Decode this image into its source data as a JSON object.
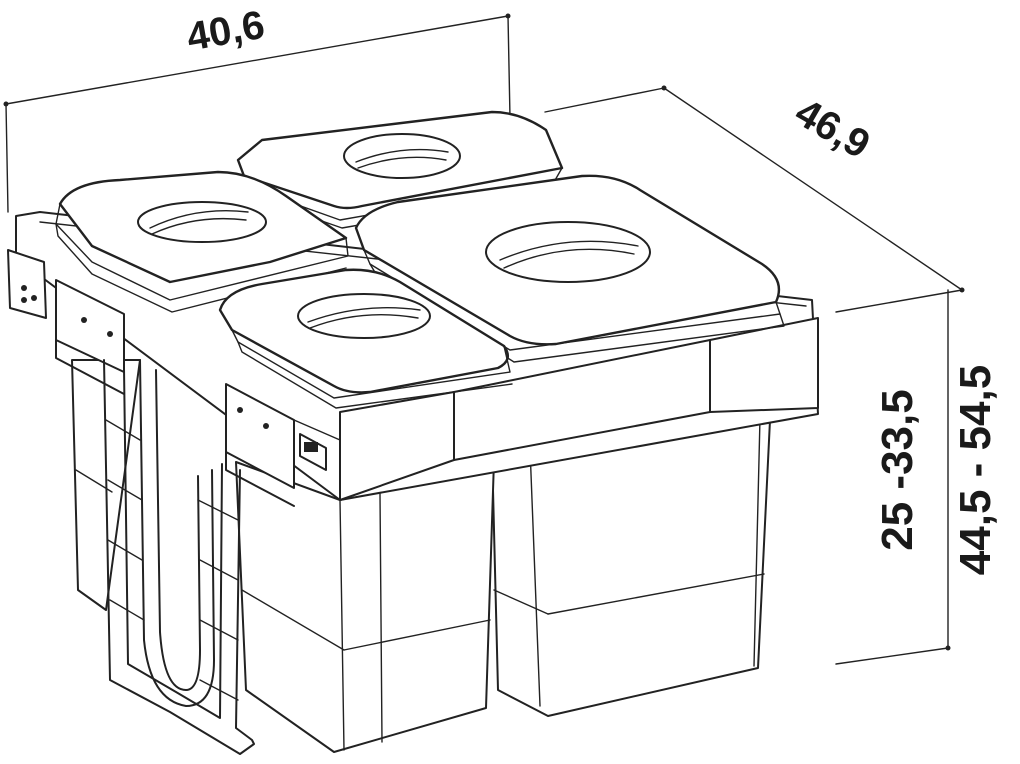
{
  "dimensions": {
    "width": "40,6",
    "depth": "46,9",
    "height_inner": "25 -33,5",
    "height_outer": "44,5 - 54,5"
  },
  "colors": {
    "line": "#222222",
    "background": "#ffffff"
  }
}
